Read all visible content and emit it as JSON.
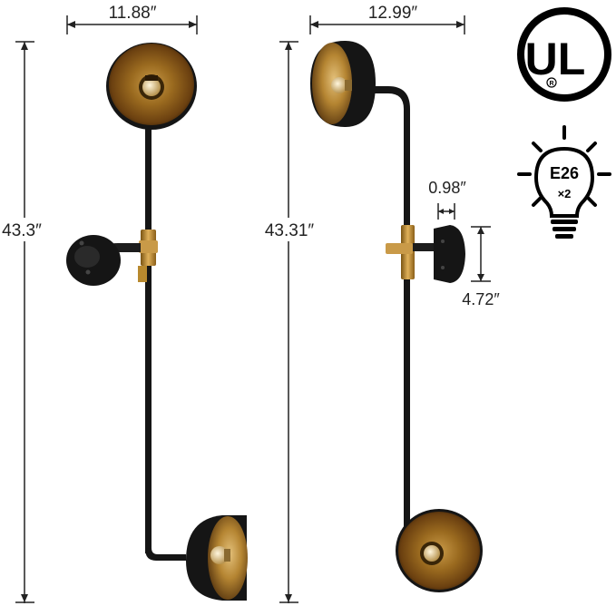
{
  "dimensions": {
    "left_width": "11.88″",
    "left_height": "43.3″",
    "right_width": "12.99″",
    "right_height": "43.31″",
    "backplate_depth": "0.98″",
    "backplate_height": "4.72″"
  },
  "certification": {
    "ul_mark": "UL",
    "registered": "R"
  },
  "bulb": {
    "socket": "E26",
    "quantity": "×2"
  },
  "colors": {
    "black": "#151515",
    "gold": "#b8892e",
    "shade_inner": "#8a5a14",
    "dimension_line": "#222222"
  }
}
